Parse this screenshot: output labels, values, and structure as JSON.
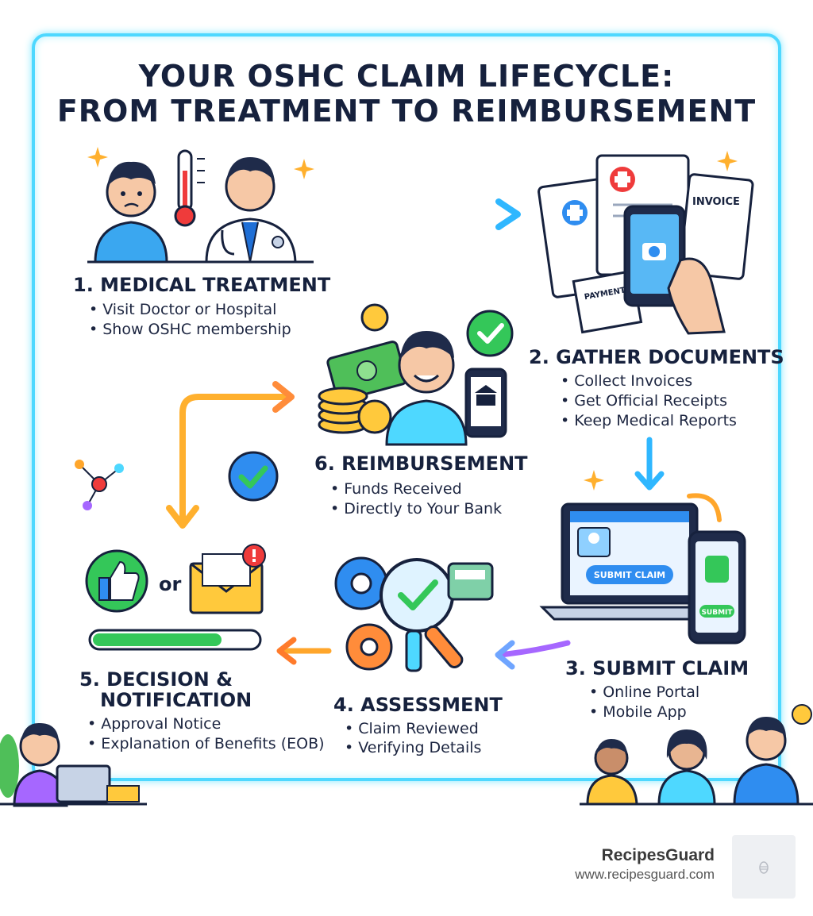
{
  "title": {
    "line1": "YOUR OSHC CLAIM LIFECYCLE:",
    "line2": "FROM TREATMENT TO REIMBURSEMENT"
  },
  "steps": [
    {
      "title": "1. MEDICAL TREATMENT",
      "bullets": [
        "Visit Doctor or Hospital",
        "Show OSHC membership"
      ]
    },
    {
      "title": "2. GATHER DOCUMENTS",
      "bullets": [
        "Collect Invoices",
        "Get Official Receipts",
        "Keep Medical Reports"
      ]
    },
    {
      "title": "3. SUBMIT CLAIM",
      "bullets": [
        "Online Portal",
        "Mobile App"
      ]
    },
    {
      "title": "4. ASSESSMENT",
      "bullets": [
        "Claim Reviewed",
        "Verifying Details"
      ]
    },
    {
      "title_line1": "5. DECISION &",
      "title_line2": "NOTIFICATION",
      "bullets": [
        "Approval Notice",
        "Explanation of Benefits (EOB)"
      ]
    },
    {
      "title": "6. REIMBURSEMENT",
      "bullets": [
        "Funds Received",
        "Directly to Your Bank"
      ]
    }
  ],
  "illustration_text": {
    "invoice": "INVOICE",
    "payment": "PAYMENT",
    "submit_claim_button": "SUBMIT CLAIM",
    "submit_button": "SUBMIT",
    "or": "or"
  },
  "footer": {
    "brand": "RecipesGuard",
    "url": "www.recipesguard.com"
  },
  "colors": {
    "frame": "#4ed8ff",
    "ink": "#16213d",
    "accent_blue": "#2f8df0",
    "accent_green": "#34c759",
    "accent_orange": "#ffa62b",
    "accent_purple": "#a667ff"
  }
}
